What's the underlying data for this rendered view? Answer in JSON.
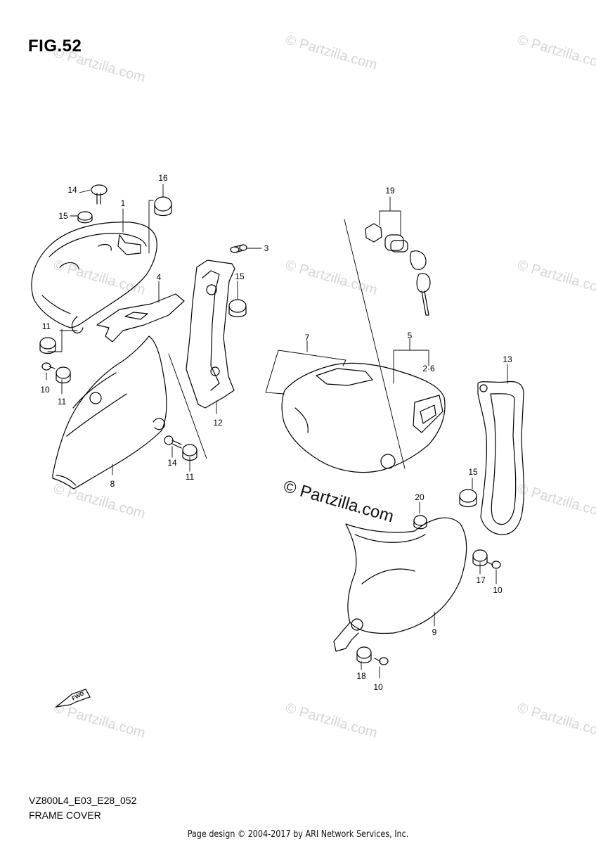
{
  "figure": {
    "title": "FIG.52",
    "code": "VZ800L4_E03_E28_052",
    "caption": "FRAME COVER"
  },
  "watermark": {
    "text": "© Partzilla.com",
    "center_text": "© Partzilla.com",
    "color": "#d8d8d8"
  },
  "fwd_label": "FWD",
  "callouts": [
    "1",
    "2·6",
    "3",
    "4",
    "5",
    "7",
    "8",
    "9",
    "10",
    "11",
    "12",
    "13",
    "14",
    "15",
    "16",
    "17",
    "18",
    "19",
    "20"
  ],
  "footer": "Page design © 2004-2017 by ARI Network Services, Inc."
}
